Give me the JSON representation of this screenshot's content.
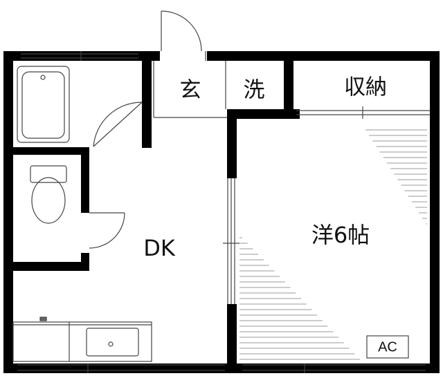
{
  "rooms": {
    "entrance": "玄",
    "washroom": "洗",
    "storage": "収納",
    "dining_kitchen": "DK",
    "western_room": "洋6帖"
  },
  "equipment": {
    "air_conditioner": "AC"
  },
  "colors": {
    "wall": "#000000",
    "line": "#444444",
    "hatch": "#999999",
    "background": "#ffffff"
  }
}
